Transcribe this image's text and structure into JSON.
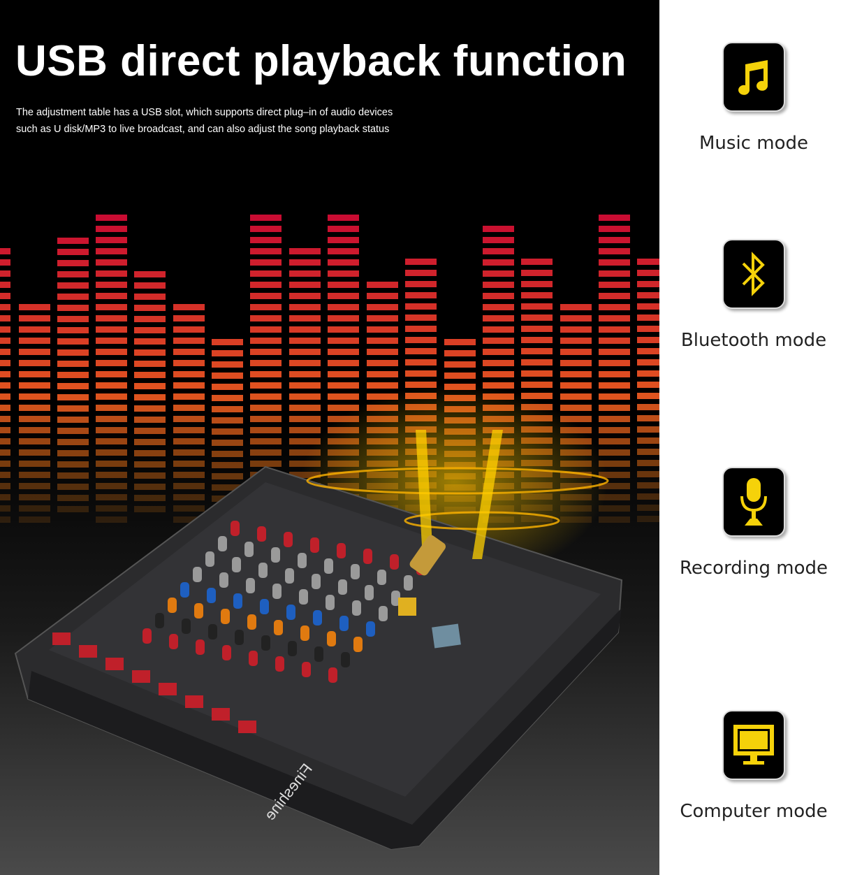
{
  "headline": "USB direct playback function",
  "description_lines": [
    "The adjustment table has a USB slot, which supports direct plug–in of audio devices",
    "such as U disk/MP3 to live broadcast, and can also adjust the song playback status"
  ],
  "product": {
    "brand": "Fineshine"
  },
  "accent_color": "#f5d20a",
  "modes": [
    {
      "label": "Music mode",
      "icon": "music-note-icon"
    },
    {
      "label": "Bluetooth mode",
      "icon": "bluetooth-icon"
    },
    {
      "label": "Recording mode",
      "icon": "microphone-icon"
    },
    {
      "label": "Computer mode",
      "icon": "monitor-icon"
    }
  ]
}
